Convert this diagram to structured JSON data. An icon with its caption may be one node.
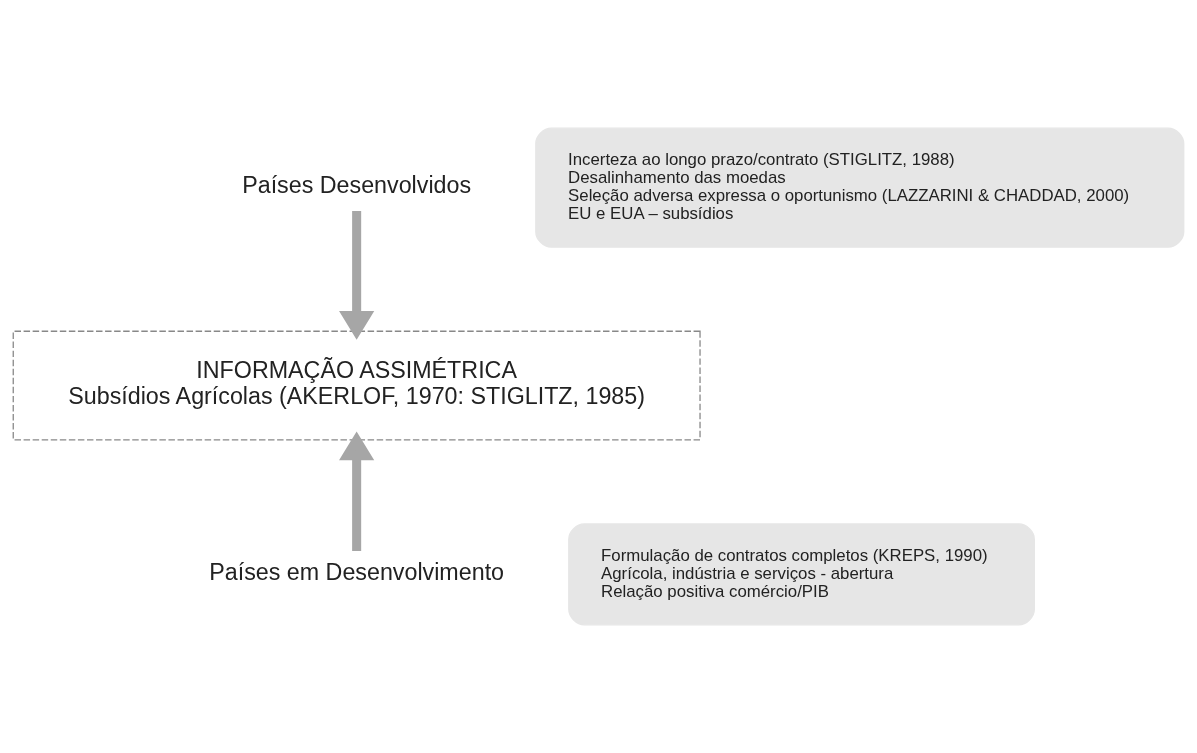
{
  "diagram": {
    "nodes": [
      {
        "text": [
          "Países Desenvolvidos"
        ]
      },
      {
        "text": [
          "Incerteza ao longo prazo/contrato (STIGLITZ, 1988)",
          "Desalinhamento das moedas",
          "Seleção adversa expressa o oportunismo (LAZZARINI & CHADDAD, 2000)",
          "EU e EUA – subsídios"
        ]
      },
      {
        "text": [
          "INFORMAÇÃO ASSIMÉTRICA",
          "Subsídios Agrícolas (AKERLOF, 1970: STIGLITZ, 1985)"
        ]
      },
      {
        "text": [
          "Formulação de contratos completos (KREPS, 1990)",
          "Agrícola, indústria e serviços - abertura",
          "Relação positiva comércio/PIB"
        ]
      },
      {
        "text": [
          "Países em Desenvolvimento"
        ]
      }
    ],
    "edges": [
      {
        "from": 0,
        "to": 2,
        "arrow": "to"
      },
      {
        "from": 4,
        "to": 2,
        "arrow": "to"
      }
    ]
  }
}
